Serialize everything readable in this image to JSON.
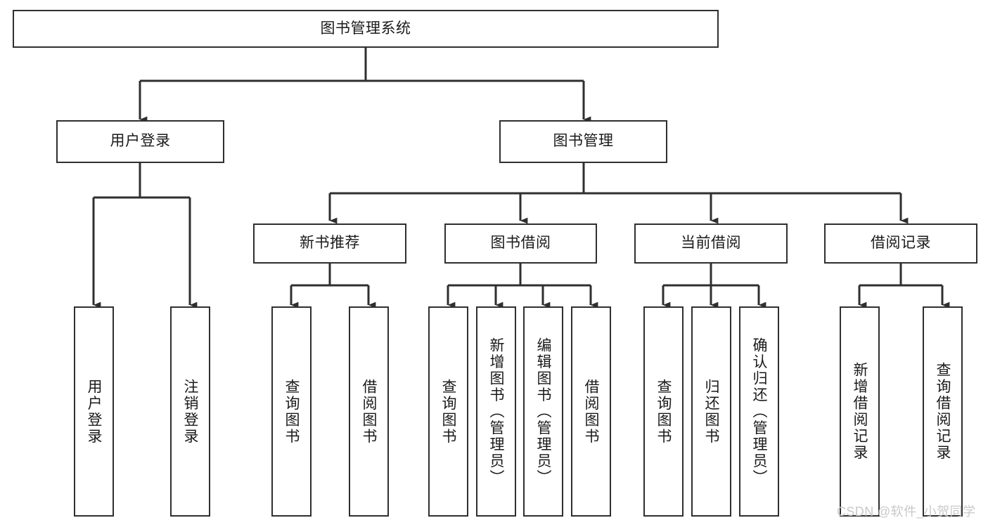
{
  "diagram": {
    "title": "图书管理系统",
    "type": "tree-hierarchy-diagram",
    "colors": {
      "box_border": "#2f2f2f",
      "box_fill": "#ffffff",
      "connector": "#2f2f2f",
      "text": "#1a1a1a",
      "watermark": "#c9c9c9"
    },
    "root": {
      "label": "图书管理系统"
    },
    "level2": [
      {
        "label": "用户登录"
      },
      {
        "label": "图书管理"
      }
    ],
    "level3": [
      {
        "label": "新书推荐"
      },
      {
        "label": "图书借阅"
      },
      {
        "label": "当前借阅"
      },
      {
        "label": "借阅记录"
      }
    ],
    "leaves": {
      "user_login": [
        {
          "label": "用户登录"
        },
        {
          "label": "注销登录"
        }
      ],
      "new_book_recommend": [
        {
          "label": "查询图书"
        },
        {
          "label": "借阅图书"
        }
      ],
      "book_borrow": [
        {
          "label": "查询图书"
        },
        {
          "label": "新增图书（管理员）"
        },
        {
          "label": "编辑图书（管理员）"
        },
        {
          "label": "借阅图书"
        }
      ],
      "current_borrow": [
        {
          "label": "查询图书"
        },
        {
          "label": "归还图书"
        },
        {
          "label": "确认归还（管理员）"
        }
      ],
      "borrow_record": [
        {
          "label": "新增借阅记录"
        },
        {
          "label": "查询借阅记录"
        }
      ]
    }
  },
  "watermark": {
    "text": "CSDN @软件_小贺同学"
  }
}
